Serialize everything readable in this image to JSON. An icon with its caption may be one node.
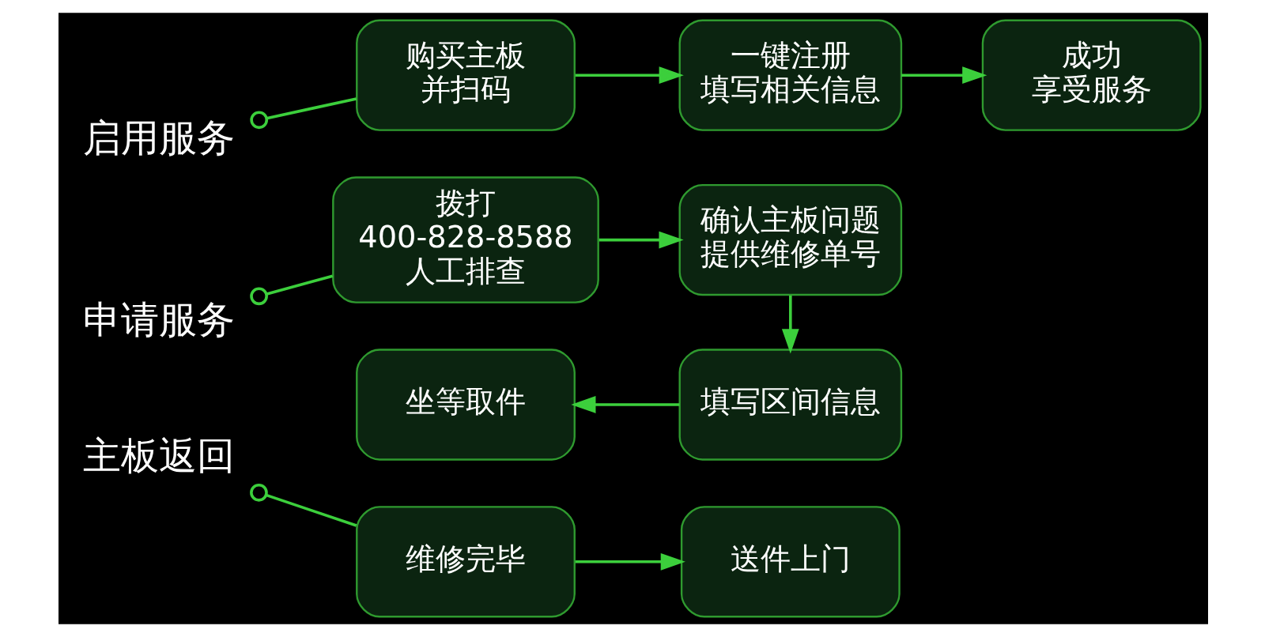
{
  "diagram": {
    "nodes": [
      {
        "text": [
          "启用服务"
        ]
      },
      {
        "text": [
          "购买主板并扫码"
        ]
      },
      {
        "text": [
          "一键注册填写相关信息"
        ]
      },
      {
        "text": [
          "成功享受服务"
        ]
      },
      {
        "text": [
          "申请服务"
        ]
      },
      {
        "text": [
          "拨打400-828-8588人工排查"
        ]
      },
      {
        "text": [
          "确认主板问题提供维修单号"
        ]
      },
      {
        "text": [
          "填写区间信息"
        ]
      },
      {
        "text": [
          "坐等取件"
        ]
      },
      {
        "text": [
          "主板返回"
        ]
      },
      {
        "text": [
          "维修完毕"
        ]
      },
      {
        "text": [
          "送件上门"
        ]
      }
    ],
    "edges": [
      {
        "from": 0,
        "to": 1,
        "arrow": "other"
      },
      {
        "from": 1,
        "to": 2,
        "arrow": "to"
      },
      {
        "from": 2,
        "to": 3,
        "arrow": "to"
      },
      {
        "from": 4,
        "to": 5,
        "arrow": "other"
      },
      {
        "from": 5,
        "to": 6,
        "arrow": "to"
      },
      {
        "from": 6,
        "to": 7,
        "arrow": "to"
      },
      {
        "from": 7,
        "to": 8,
        "arrow": "to"
      },
      {
        "from": 9,
        "to": 10,
        "arrow": "other"
      },
      {
        "from": 10,
        "to": 11,
        "arrow": "to"
      }
    ]
  }
}
